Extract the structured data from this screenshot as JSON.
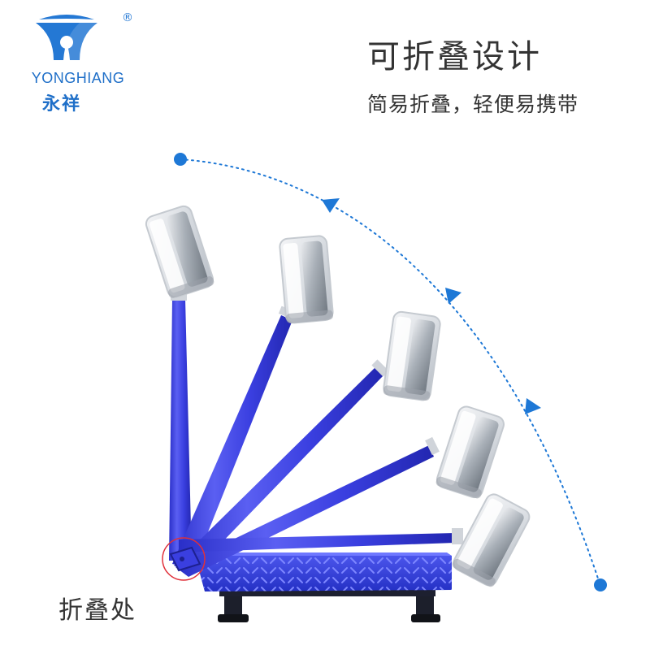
{
  "brand": {
    "name_en": "YONGHIANG",
    "name_cn": "永祥",
    "registered_mark": "®",
    "color": "#1f6fc8"
  },
  "headline": "可折叠设计",
  "subline": "简易折叠，轻便易携带",
  "fold_label": "折叠处",
  "colors": {
    "pole": "#3a3fe0",
    "platform": "#2e3ad6",
    "arc": "#1e78d6",
    "marker_circle": "#e0303a"
  },
  "icons": [
    "logo-mark-icon",
    "arc-arrow-icon"
  ]
}
